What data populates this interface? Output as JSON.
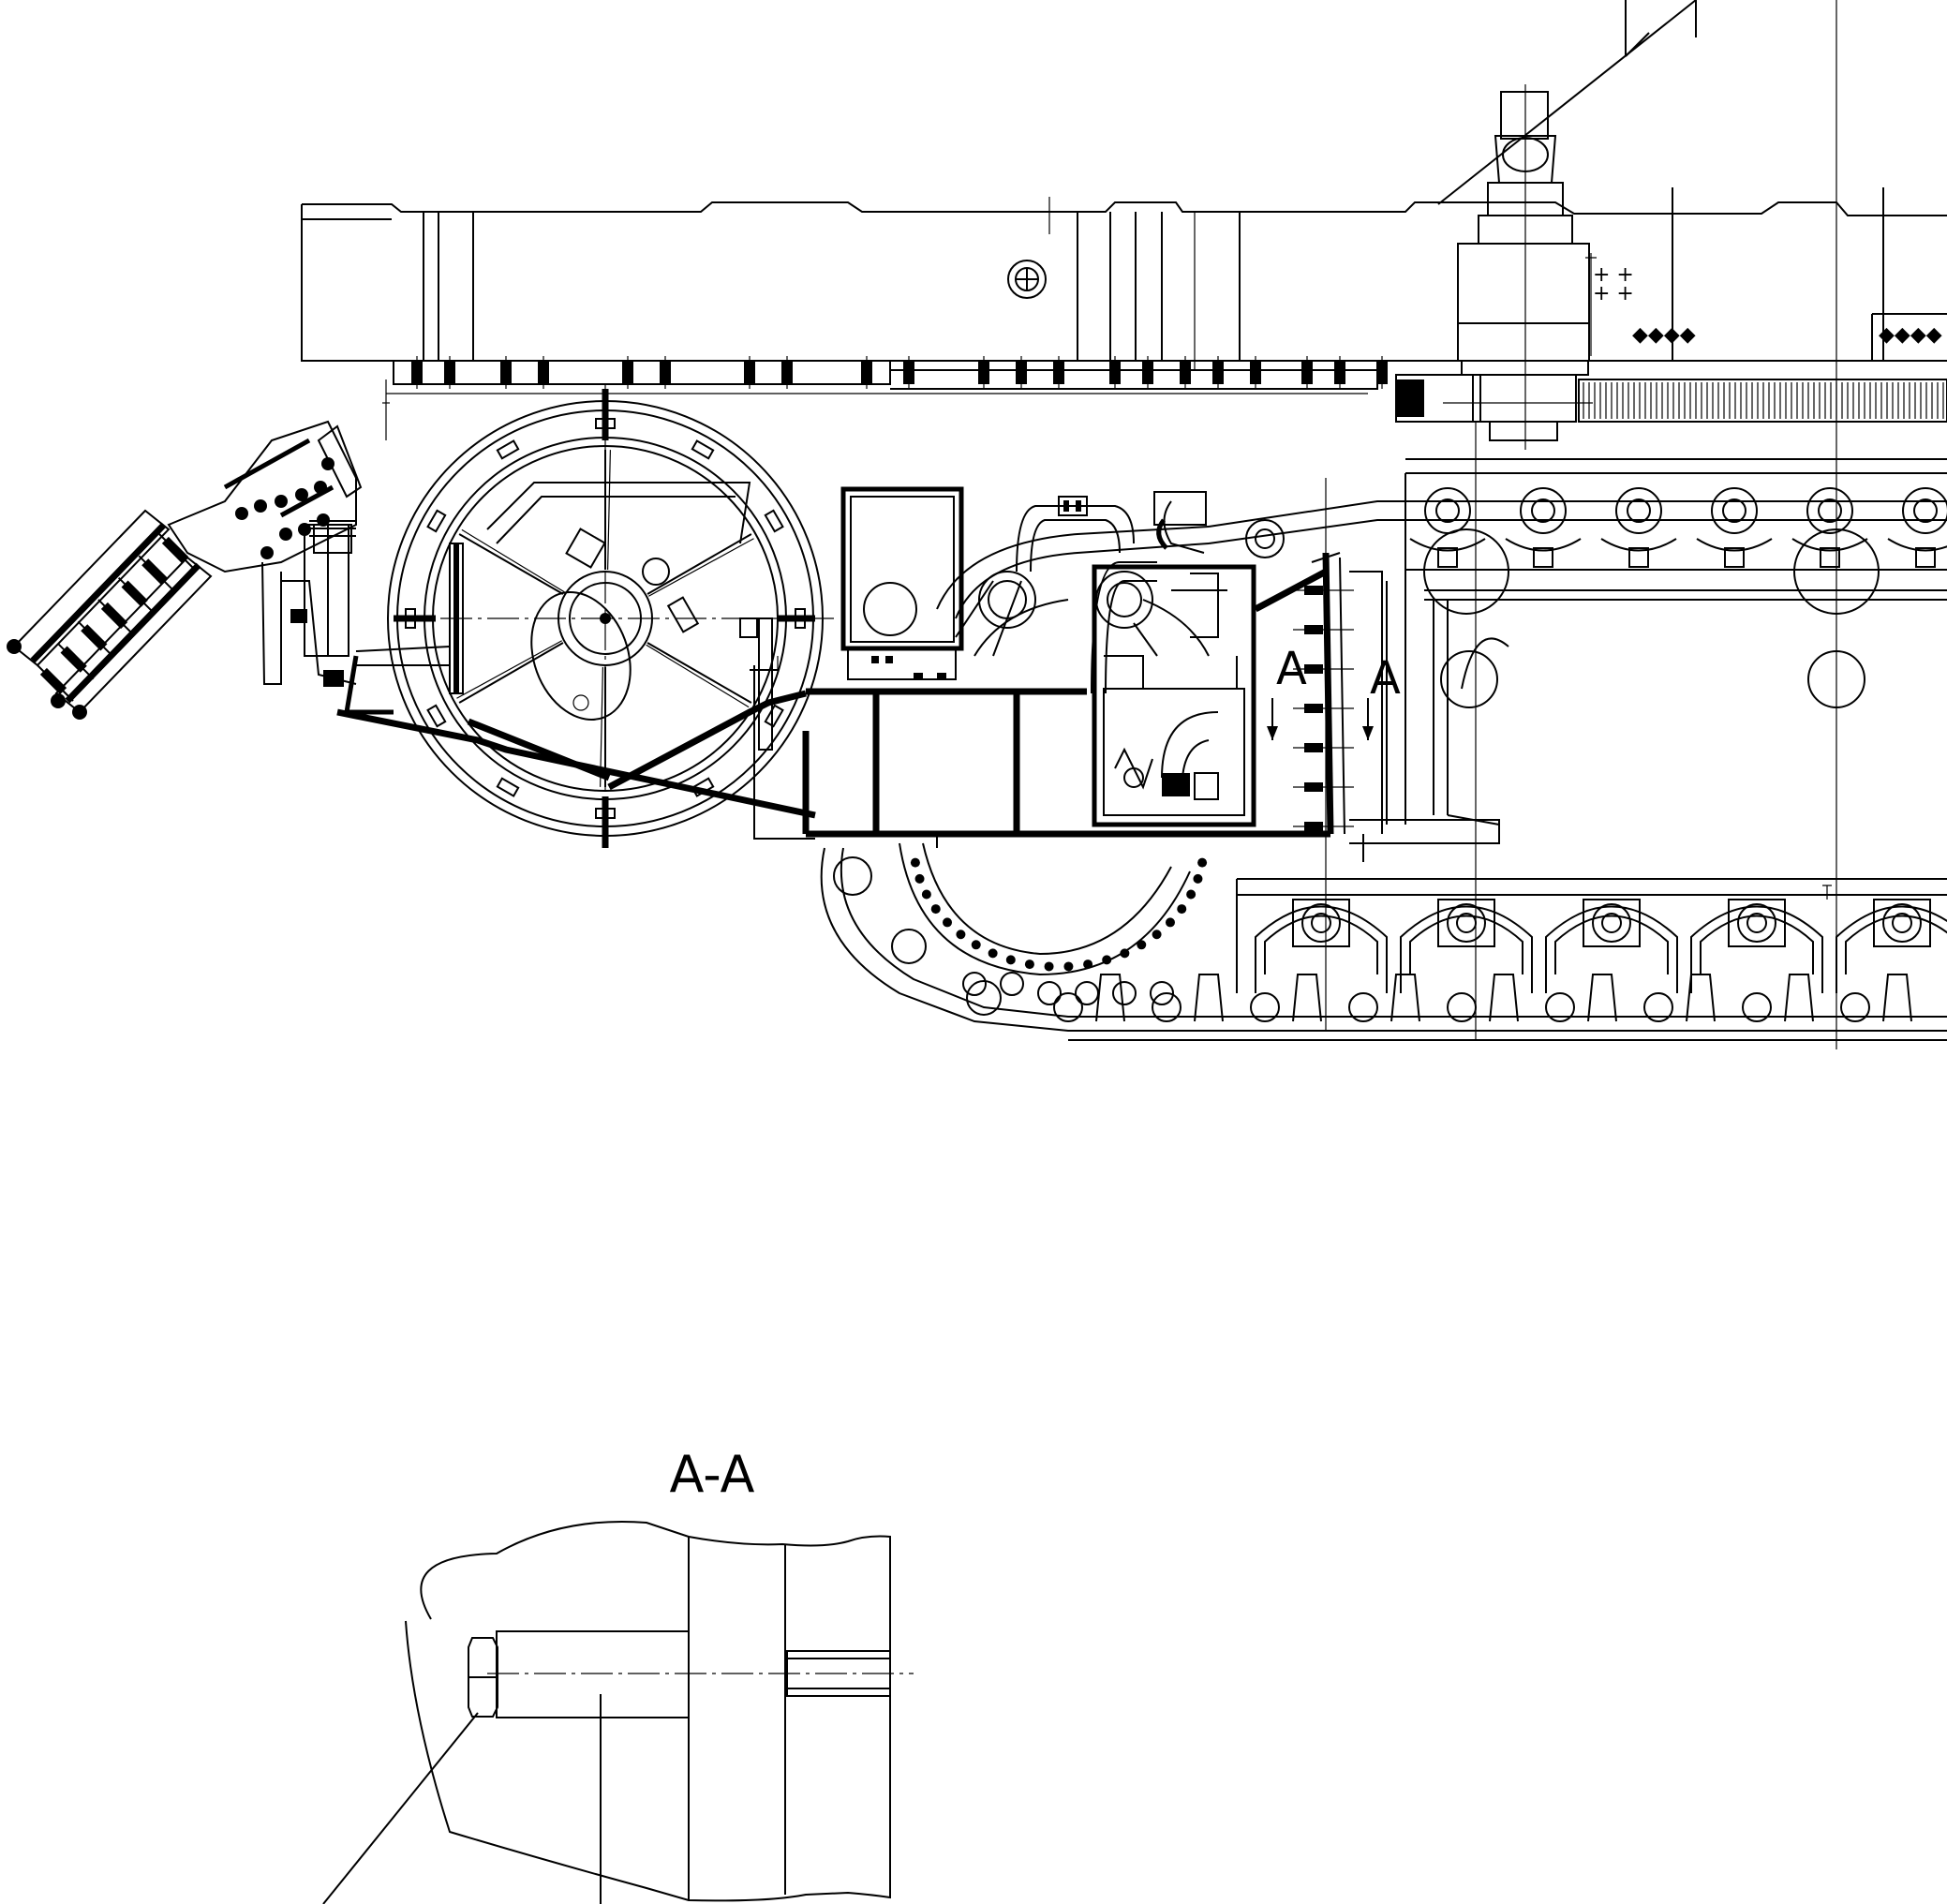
{
  "section_marks": {
    "left": "A",
    "right": "A"
  },
  "section_title": "A-A",
  "track": {
    "upper_rollers": 6,
    "lower_rollers": 9,
    "drive_teeth": 22
  },
  "reel": {
    "spokes": 6
  }
}
